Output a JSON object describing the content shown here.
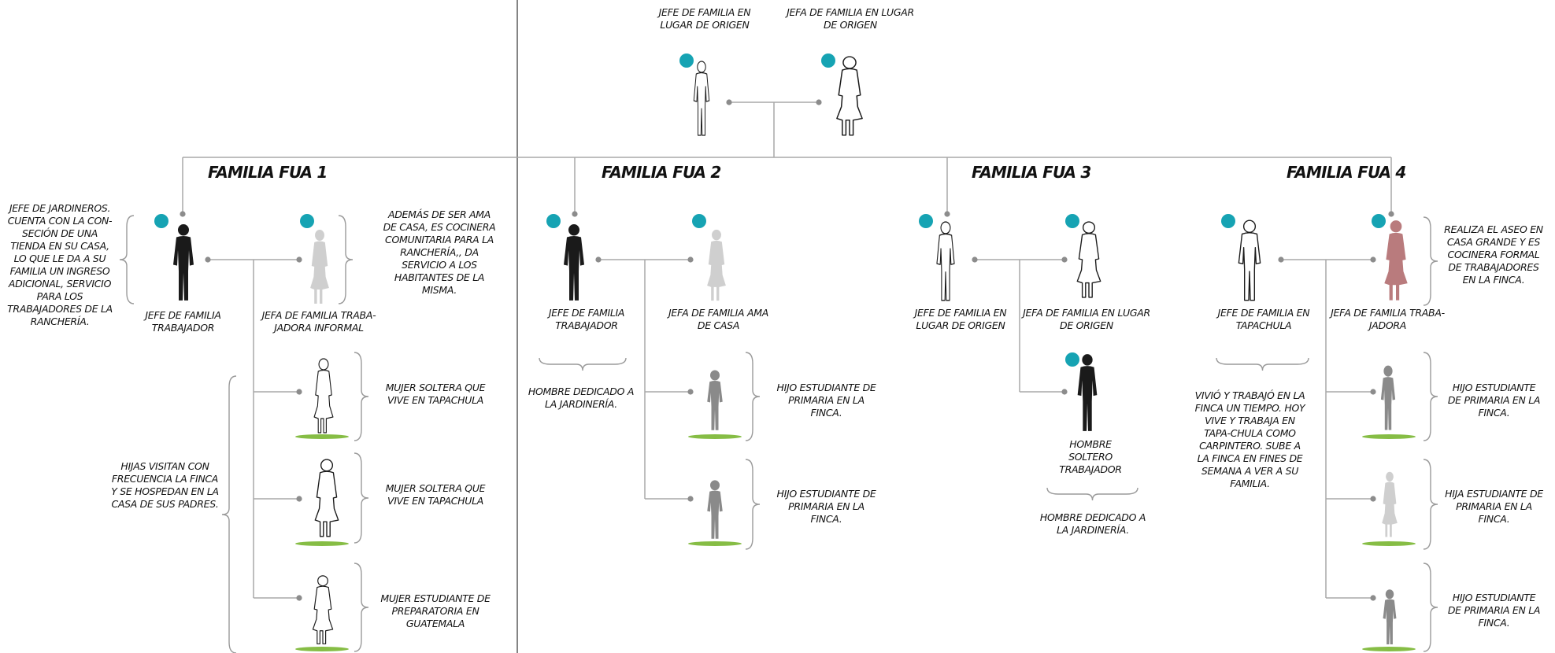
{
  "colors": {
    "teal": "#16a3b3",
    "line": "#a8a8a8",
    "dot": "#8c8c8c",
    "ground": "#86bd45",
    "black": "#1a1a1a",
    "gray": "#8a8a8a",
    "lightgray": "#cfcfcf",
    "rose": "#b97b7d",
    "outline": "#ffffff"
  },
  "origin": {
    "father_label": "JEFE DE FAMILIA EN LUGAR DE ORIGEN",
    "mother_label": "JEFA DE FAMILIA EN LUGAR DE ORIGEN"
  },
  "families": [
    {
      "title": "FAMILIA FUA 1",
      "father_label": "JEFE DE FAMILIA TRABAJADOR",
      "mother_label": "JEFA DE FAMILIA TRABA-JADORA INFORMAL",
      "father_note": "JEFE DE JARDINEROS. CUENTA CON LA CON-SECIÓN DE UNA TIENDA EN SU CASA, LO QUE LE DA A SU FAMILIA UN INGRESO ADICIONAL, SERVICIO PARA LOS TRABAJADORES DE LA RANCHERÍA.",
      "mother_note": "ADEMÁS DE SER AMA DE CASA, ES COCINERA COMUNITARIA PARA LA RANCHERÍA,, DA SERVICIO A LOS HABITANTES DE LA MISMA.",
      "children_note": "HIJAS VISITAN CON FRECUENCIA LA FINCA Y SE HOSPEDAN EN LA CASA DE SUS PADRES.",
      "children": [
        {
          "label": "MUJER SOLTERA QUE VIVE EN TAPACHULA"
        },
        {
          "label": "MUJER SOLTERA QUE VIVE EN TAPACHULA"
        },
        {
          "label": "MUJER ESTUDIANTE DE PREPARATORIA EN GUATEMALA"
        }
      ]
    },
    {
      "title": "FAMILIA FUA 2",
      "father_label": "JEFE DE FAMILIA TRABAJADOR",
      "mother_label": "JEFA DE FAMILIA AMA DE CASA",
      "father_note": "HOMBRE DEDICADO A LA JARDINERÍA.",
      "children": [
        {
          "label": "HIJO ESTUDIANTE DE PRIMARIA EN LA FINCA."
        },
        {
          "label": "HIJO ESTUDIANTE DE PRIMARIA EN LA FINCA."
        }
      ]
    },
    {
      "title": "FAMILIA FUA 3",
      "father_label": "JEFE DE FAMILIA EN LUGAR DE ORIGEN",
      "mother_label": "JEFA DE FAMILIA EN LUGAR DE ORIGEN",
      "child_label": "HOMBRE SOLTERO TRABAJADOR",
      "child_note": "HOMBRE DEDICADO A LA JARDINERÍA."
    },
    {
      "title": "FAMILIA FUA 4",
      "father_label": "JEFE DE FAMILIA EN TAPACHULA",
      "mother_label": "JEFA DE FAMILIA TRABA-JADORA",
      "father_note": "VIVIÓ Y TRABAJÓ EN LA FINCA UN TIEMPO. HOY VIVE Y TRABAJA EN TAPA-CHULA COMO CARPINTERO. SUBE A LA FINCA EN FINES DE SEMANA A VER A SU FAMILIA.",
      "mother_note": "REALIZA EL ASEO EN CASA GRANDE Y ES COCINERA FORMAL DE TRABAJADORES EN LA FINCA.",
      "children": [
        {
          "label": "HIJO ESTUDIANTE DE PRIMARIA EN LA FINCA."
        },
        {
          "label": "HIJA ESTUDIANTE DE PRIMARIA EN LA FINCA."
        },
        {
          "label": "HIJO ESTUDIANTE DE PRIMARIA EN LA FINCA."
        }
      ]
    }
  ]
}
